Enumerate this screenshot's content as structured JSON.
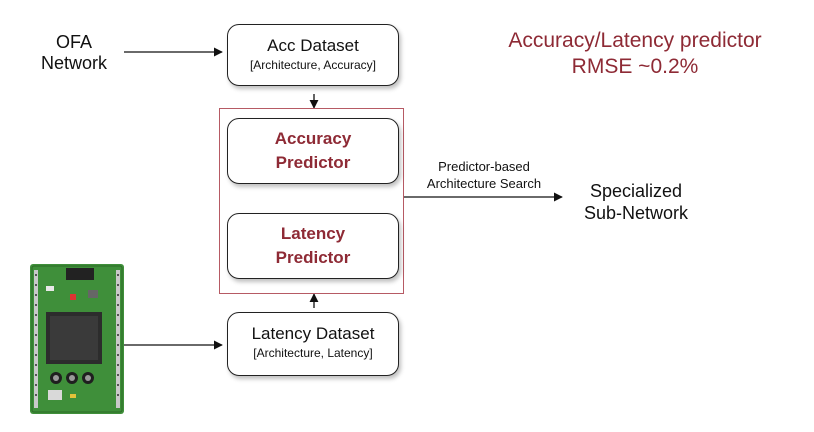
{
  "ofa": {
    "line1": "OFA",
    "line2": "Network"
  },
  "acc_dataset": {
    "title": "Acc Dataset",
    "subtitle": "[Architecture, Accuracy]"
  },
  "accuracy_predictor": {
    "line1": "Accuracy",
    "line2": "Predictor"
  },
  "latency_predictor": {
    "line1": "Latency",
    "line2": "Predictor"
  },
  "latency_dataset": {
    "title": "Latency Dataset",
    "subtitle": "[Architecture, Latency]"
  },
  "search": {
    "line1": "Predictor-based",
    "line2": "Architecture Search"
  },
  "output": {
    "line1": "Specialized",
    "line2": "Sub-Network"
  },
  "headline": {
    "line1": "Accuracy/Latency predictor",
    "line2": "RMSE ~0.2%"
  },
  "colors": {
    "accent": "#8e2a35",
    "frame": "#b65a64",
    "board_green": "#3f8f3a",
    "chip": "#2c2c2c"
  },
  "icons": {
    "hardware": "fpga-board-icon"
  }
}
